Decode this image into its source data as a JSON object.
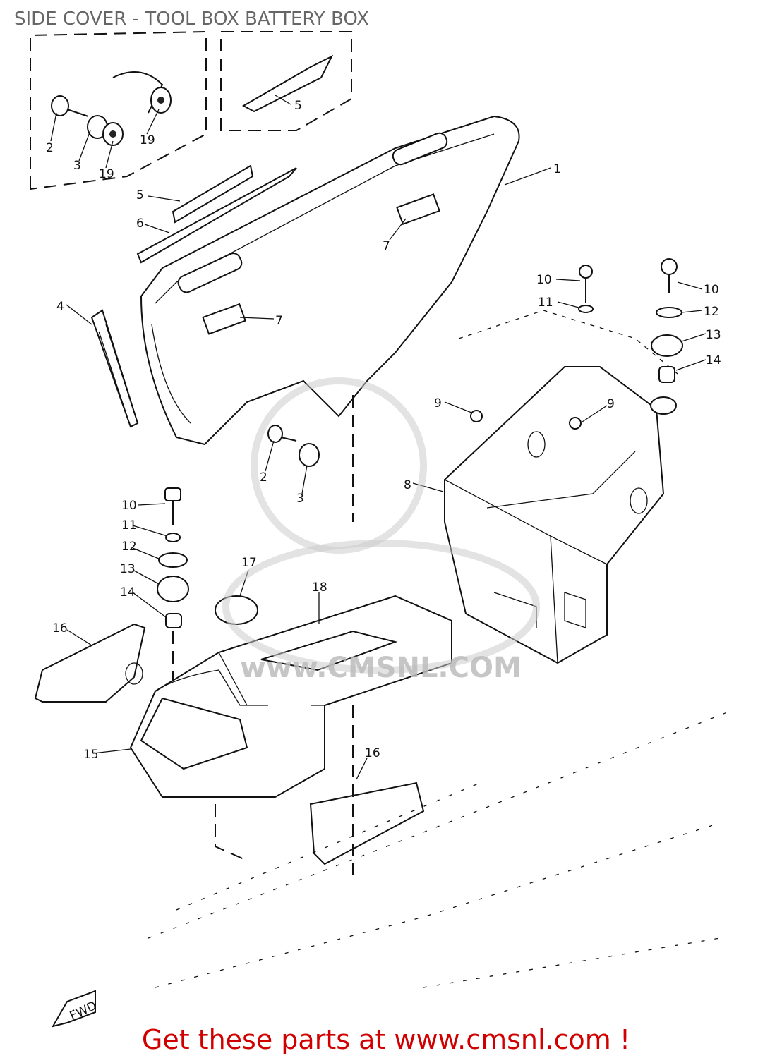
{
  "title": "SIDE COVER - TOOL BOX BATTERY BOX",
  "footer": "Get these parts at www.cmsnl.com !",
  "watermark": "www.CMSNL.COM",
  "fwd_mark": "FWD",
  "callouts": [
    "2",
    "3",
    "19",
    "19",
    "5",
    "5",
    "6",
    "1",
    "7",
    "7",
    "4",
    "10",
    "11",
    "10",
    "12",
    "13",
    "14",
    "9",
    "9",
    "2",
    "3",
    "8",
    "10",
    "11",
    "12",
    "13",
    "14",
    "17",
    "18",
    "16",
    "16",
    "15"
  ],
  "colors": {
    "title": "#666666",
    "footer": "#d00000"
  }
}
